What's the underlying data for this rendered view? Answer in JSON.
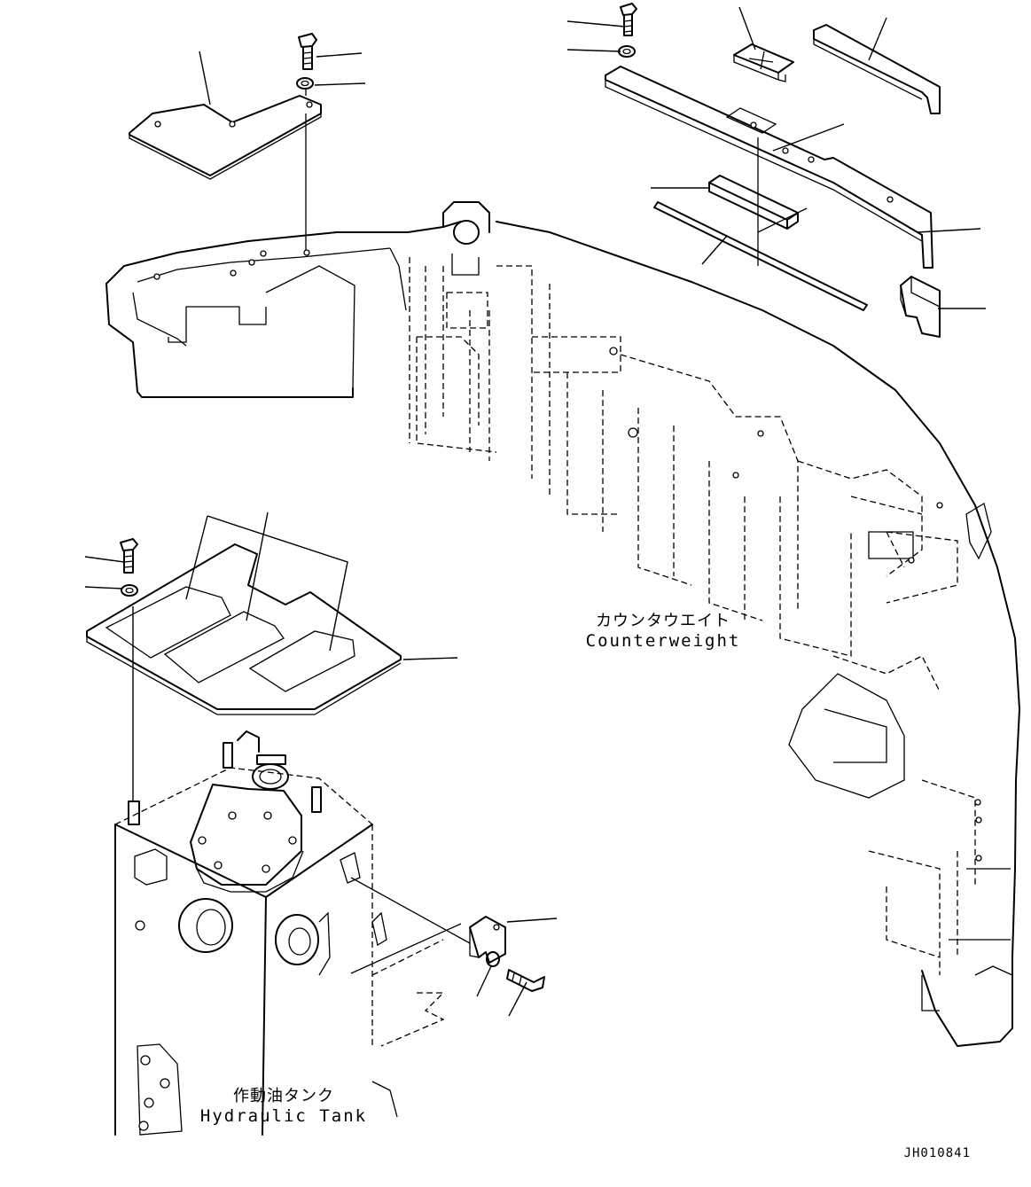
{
  "labels": {
    "counterweight": {
      "jp": "カウンタウエイト",
      "en": "Counterweight"
    },
    "hydraulic_tank": {
      "jp": "作動油タンク",
      "en": "Hydraulic Tank"
    }
  },
  "drawing_code": "JH010841",
  "colors": {
    "line": "#000000",
    "background": "#ffffff"
  }
}
